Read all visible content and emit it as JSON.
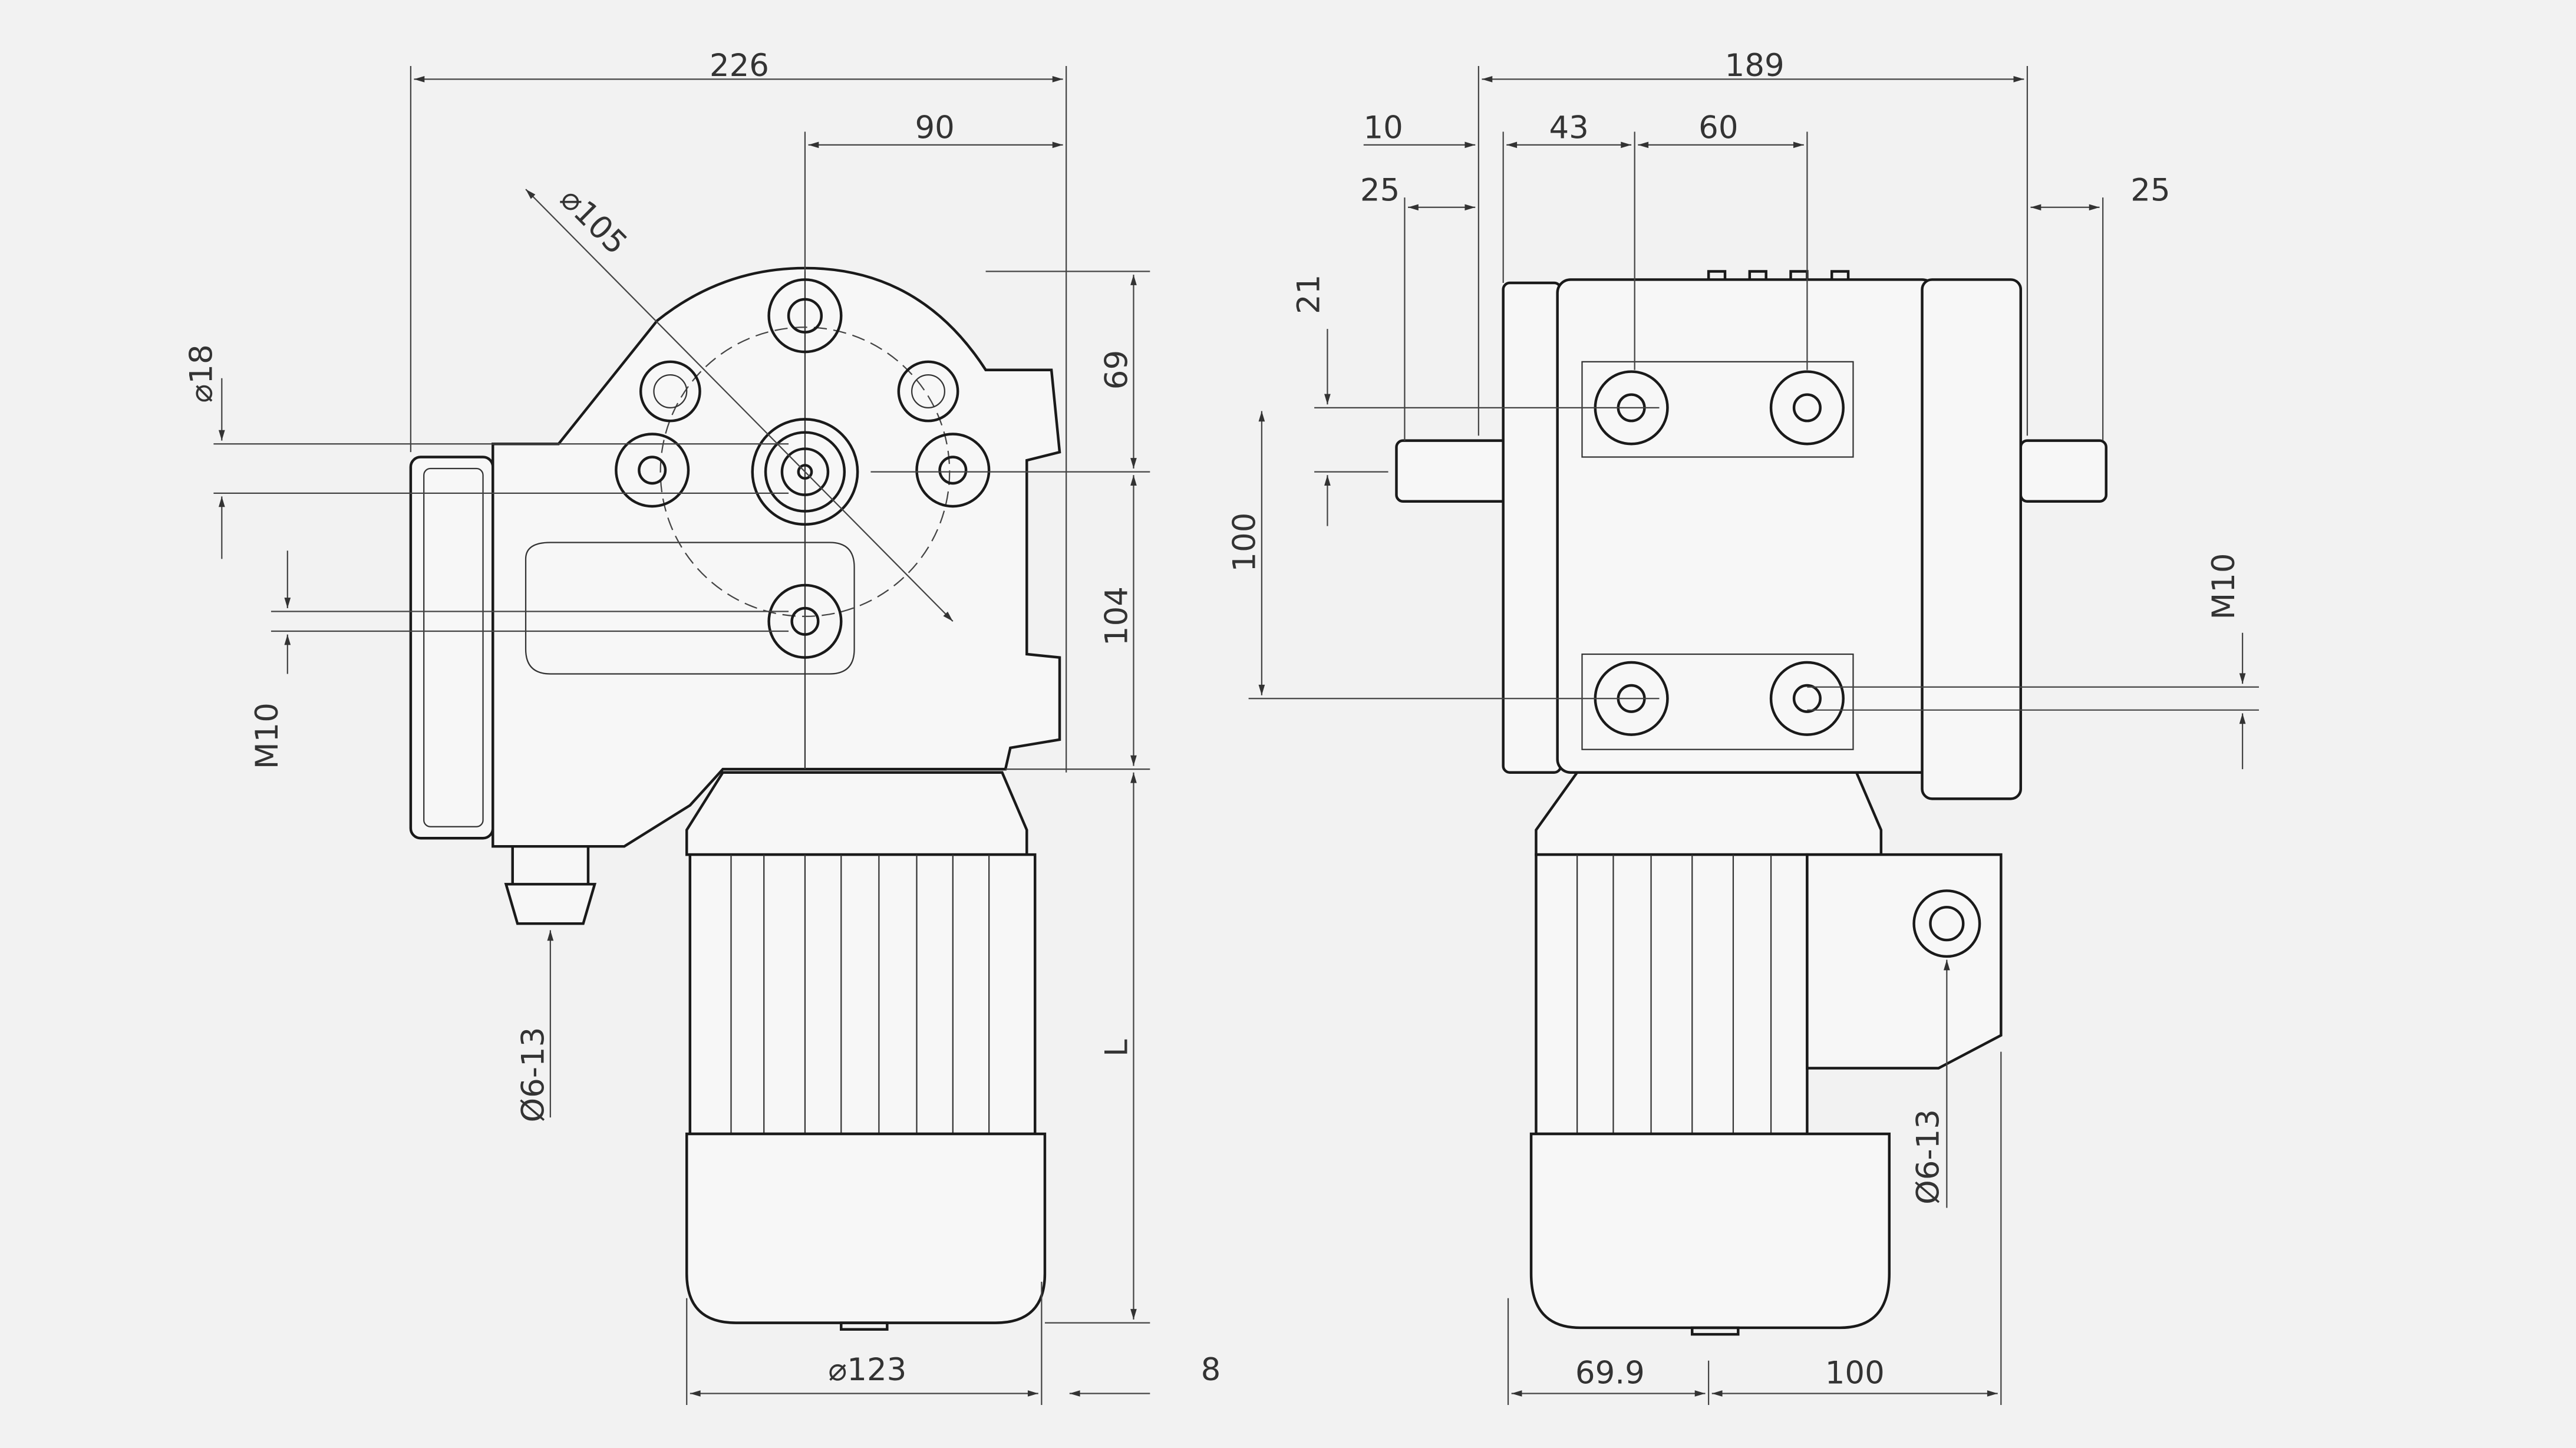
{
  "left_view": {
    "dims": {
      "overall_width": "226",
      "shaft_offset": "90",
      "pitch_circle": "⌀105",
      "shaft_diameter": "⌀18",
      "upper_height": "69",
      "lower_height": "104",
      "thread": "M10",
      "cable_gland": "Ø6-13",
      "motor_length": "L",
      "motor_diameter": "⌀123",
      "offset": "8"
    }
  },
  "right_view": {
    "dims": {
      "overall_width": "189",
      "flange_offset": "10",
      "hole_offset": "43",
      "hole_pitch_h": "60",
      "shaft_left": "25",
      "shaft_right": "25",
      "shaft_height": "21",
      "hole_pitch_v": "100",
      "thread": "M10",
      "cable_gland": "Ø6-13",
      "motor_offset": "69.9",
      "motor_to_edge": "100"
    }
  },
  "colors": {
    "background": "#f2f2f2",
    "line": "#1a1a1a"
  }
}
